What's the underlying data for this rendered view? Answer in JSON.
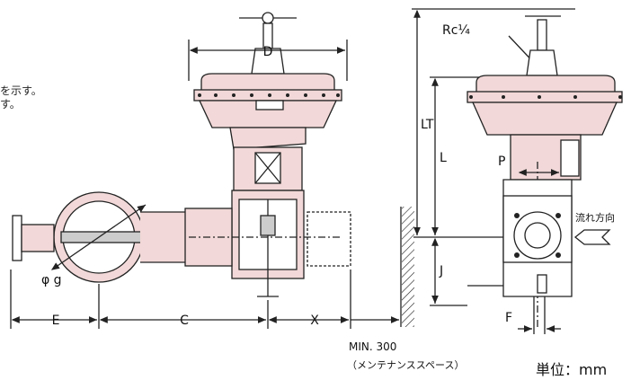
{
  "notes": {
    "line1": "を示す。",
    "line2": "す。"
  },
  "dimensions": {
    "D": "D",
    "Rc": "Rc¼",
    "LT": "LT",
    "L": "L",
    "P": "P",
    "J": "J",
    "F": "F",
    "E": "E",
    "C": "C",
    "X": "X",
    "phi_g": "φ g"
  },
  "flow": {
    "label": "流れ方向"
  },
  "clearance": {
    "min": "MIN. 300",
    "note": "（メンテナンススペース）"
  },
  "unit": "単位：mm",
  "colors": {
    "pink": "#f2d8d8",
    "line": "#222222",
    "dim": "#333333"
  }
}
